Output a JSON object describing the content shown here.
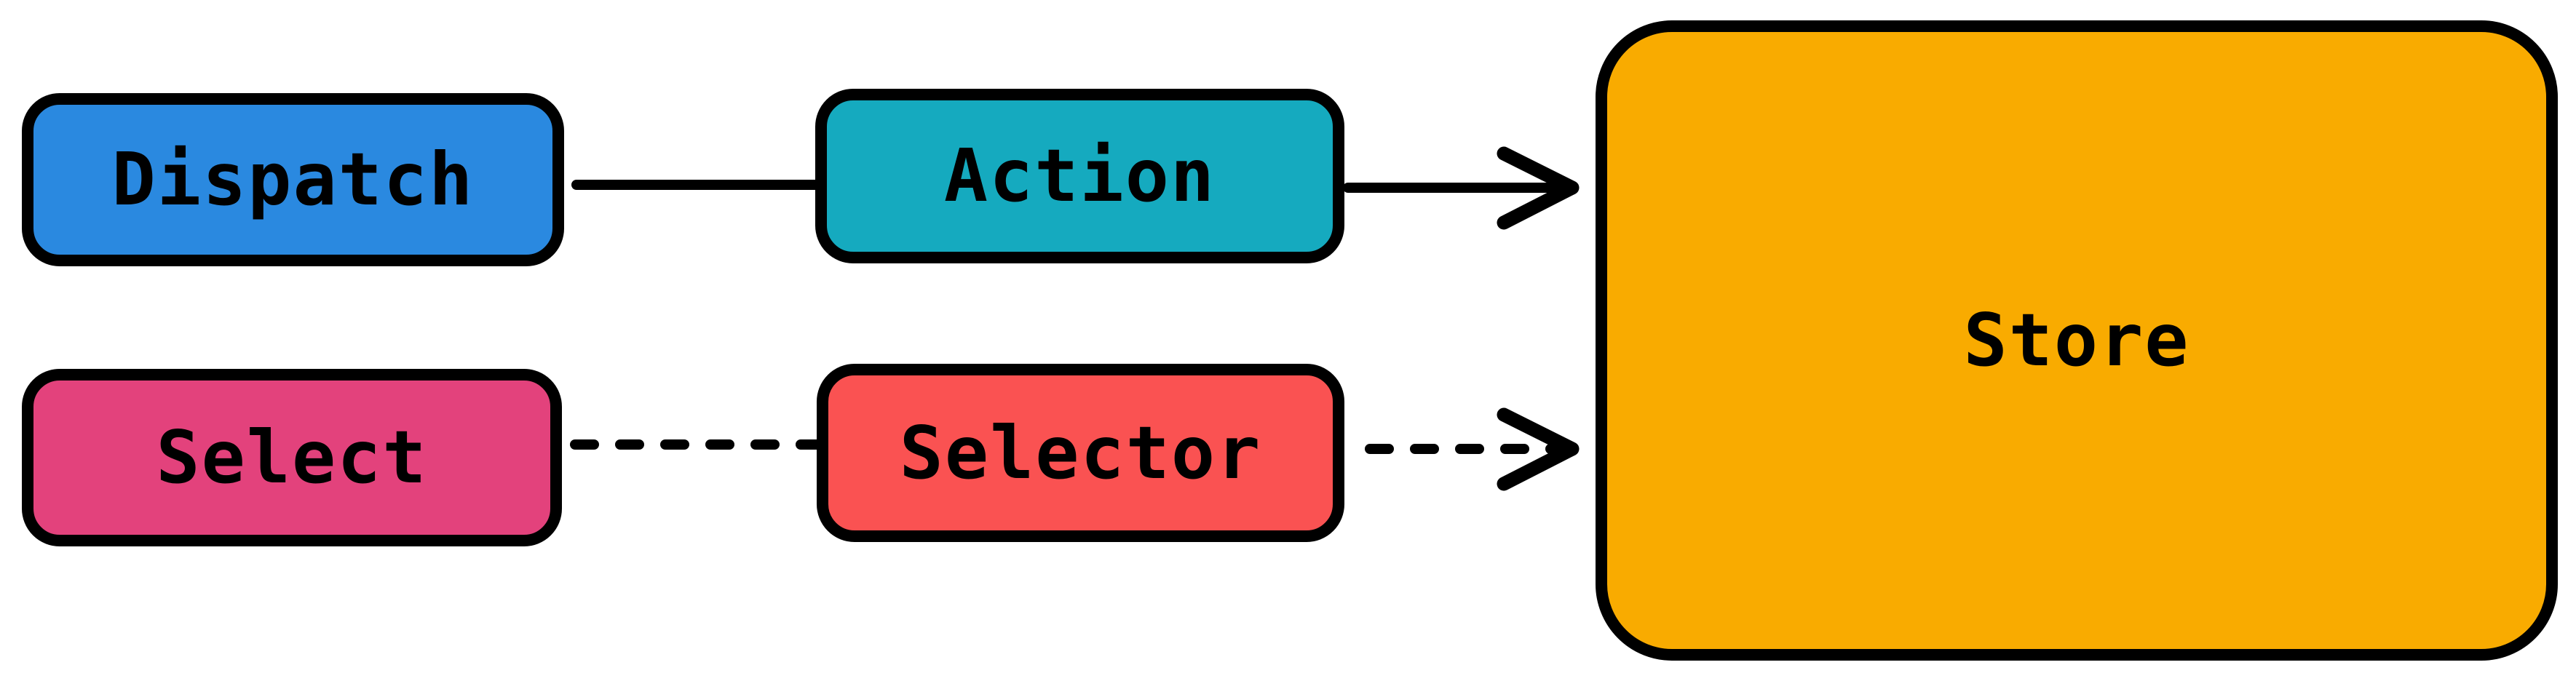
{
  "diagram": {
    "background_color": "#ffffff",
    "stroke_color": "#000000",
    "nodes": [
      {
        "id": "dispatch",
        "label": "Dispatch",
        "fill": "#2a89e0",
        "shape": "rounded-rectangle"
      },
      {
        "id": "action",
        "label": "Action",
        "fill": "#15aabf",
        "shape": "rounded-rectangle"
      },
      {
        "id": "select",
        "label": "Select",
        "fill": "#e3427c",
        "shape": "rounded-rectangle"
      },
      {
        "id": "selector",
        "label": "Selector",
        "fill": "#fa5252",
        "shape": "rounded-rectangle"
      },
      {
        "id": "store",
        "label": "Store",
        "fill": "#f9ab00",
        "shape": "rounded-rectangle"
      }
    ],
    "connectors": [
      {
        "id": "dispatch-to-action",
        "from": "Dispatch",
        "to": "Action",
        "line_style": "solid",
        "arrowhead": "none"
      },
      {
        "id": "action-to-store",
        "from": "Action",
        "to": "Store",
        "line_style": "solid",
        "arrowhead": "chevron"
      },
      {
        "id": "select-to-selector",
        "from": "Select",
        "to": "Selector",
        "line_style": "dashed",
        "arrowhead": "none"
      },
      {
        "id": "selector-to-store",
        "from": "Selector",
        "to": "Store",
        "line_style": "dashed",
        "arrowhead": "chevron"
      }
    ]
  }
}
